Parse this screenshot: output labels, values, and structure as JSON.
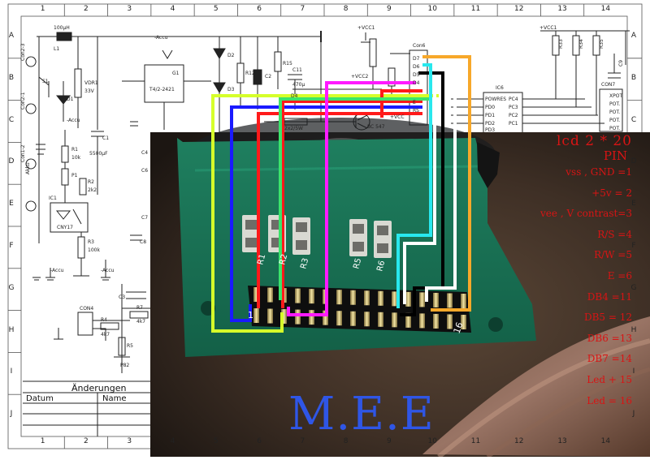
{
  "grid": {
    "columns": [
      "1",
      "2",
      "3",
      "4",
      "5",
      "6",
      "7",
      "8",
      "9",
      "10",
      "11",
      "12",
      "13",
      "14"
    ],
    "rows": [
      "A",
      "B",
      "C",
      "D",
      "E",
      "F",
      "G",
      "H",
      "I",
      "J"
    ]
  },
  "title_block": {
    "changes": "Änderungen",
    "date": "Datum",
    "name": "Name"
  },
  "schematic_labels": {
    "l1": "L1",
    "l1_val": "100µH",
    "s1": "S1",
    "vdr1": "VDR1",
    "vdr1_val": "33V",
    "d1": "D1",
    "con2": "Con2-3",
    "con2b": "Con2-1",
    "con1": "Con1-2",
    "akku": "Akku",
    "accu": "-Accu",
    "accu2": "-Accu",
    "accu3": "-Accu",
    "accu4": "-Accu",
    "c1": "C1",
    "c1_val": "5500µF",
    "r1": "R1",
    "r1_val": "10k",
    "r2": "R2",
    "r2_val": "2k2",
    "p1": "P1",
    "ic1": "IC1",
    "ic1_val": "CNY17",
    "r3": "R3",
    "r3_val": "100k",
    "ic_reg": "G1",
    "ic_reg_val": "T4/2-2421",
    "d2": "D2",
    "d3": "D3",
    "d4": "D4",
    "r12": "R12",
    "c2": "C2",
    "c11": "C11",
    "c11_val": "470µ",
    "r15": "R15",
    "con6": "Con6",
    "rk": "2x2/5W",
    "bc547": "BC 547",
    "vcc1": "+VCC1",
    "vcc2": "+VCC2",
    "vcc3": "+VCC1",
    "vcc4": "+VCC",
    "d5": "D5",
    "d6": "D6",
    "d7": "D7",
    "d4b": "D4",
    "e": "E",
    "rs": "RS",
    "ic6": "IC6",
    "powres": "POWRES",
    "pd": [
      "PD0",
      "PD1",
      "PD2",
      "PD3"
    ],
    "pc": [
      "PC4",
      "PC3",
      "PC2",
      "PC1"
    ],
    "con7": "CON7",
    "pc_r": [
      "XPOT",
      "POT.",
      "POT.",
      "POT.",
      "POT."
    ],
    "r33": "R33",
    "r34": "R34",
    "r35": "R35",
    "c9": "C9",
    "con4": "CON4",
    "r4": "R4",
    "r4_val": "4k7",
    "r7": "R7",
    "r7_val": "4k7",
    "r5": "R5",
    "p82": "P82",
    "c7": "C7",
    "c8": "C8",
    "c3": "C3",
    "c4": "C4",
    "c6": "C6"
  },
  "board_labels": [
    "R1",
    "R2",
    "R3",
    "R5",
    "R6"
  ],
  "board_pins": {
    "left": "1",
    "right": "16"
  },
  "pin_labels": {
    "title": "lcd 2 * 20",
    "subtitle": "PIN",
    "rows": [
      "vss , GND =1",
      "+5v = 2",
      "vee , V contrast=3",
      "R/S =4",
      "R/W =5",
      "E =6",
      "DB4 =11",
      "DB5 = 12",
      "DB6 =13",
      "DB7 =14",
      "Led + 15",
      "Led = 16"
    ]
  },
  "watermark": "M.E.E",
  "colors": {
    "red": "#ff1a1a",
    "blue": "#1a1aff",
    "green": "#3be36b",
    "magenta": "#ff1aff",
    "yellow_green": "#d6ff2a",
    "cyan": "#28e8ee",
    "orange": "#f7a82a",
    "black": "#000000",
    "white": "#ffffff",
    "label_red": "#d81414",
    "watermark_blue": "#2f56e6"
  }
}
